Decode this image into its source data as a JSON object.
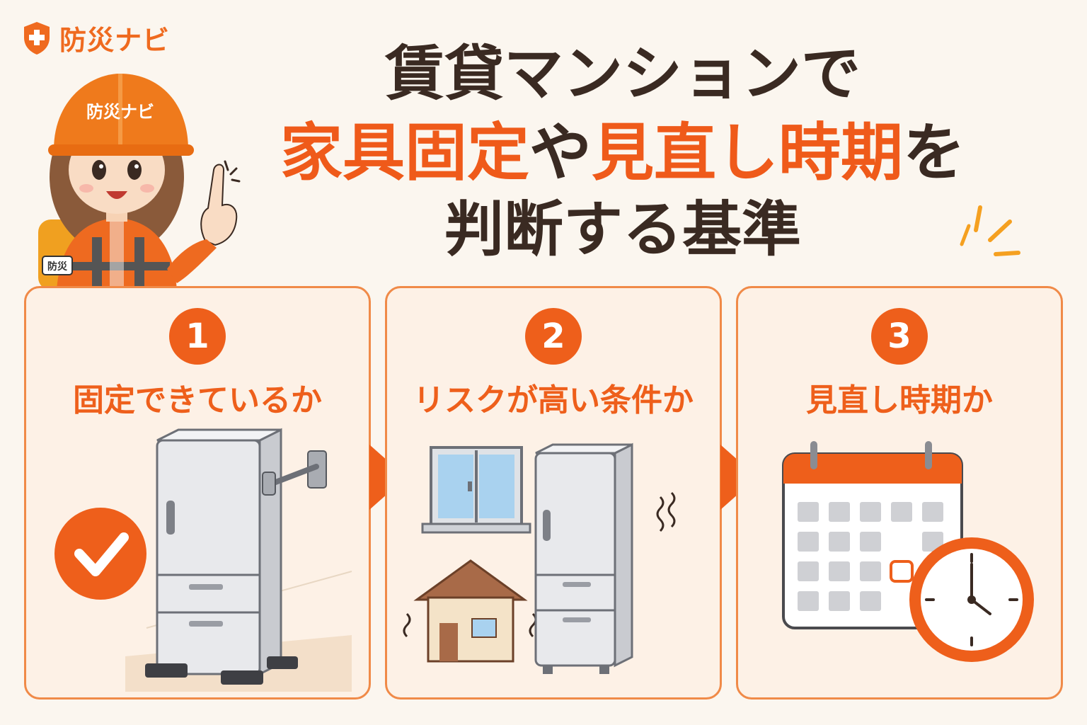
{
  "brand": {
    "name": "防災ナビ",
    "accent": "#ef6a1f"
  },
  "mascot": {
    "helmet_text": "防災ナビ",
    "armband_text": "防災"
  },
  "headline": {
    "line1": "賃貸マンションで",
    "line2_a": "家具固定",
    "line2_b": "や",
    "line2_c": "見直し時期",
    "line2_d": "を",
    "line3": "判断する基準"
  },
  "steps": [
    {
      "number": "1",
      "title": "固定できているか",
      "icon": "fixed-refrigerator-check-icon"
    },
    {
      "number": "2",
      "title": "リスクが高い条件か",
      "icon": "window-house-refrigerator-icon"
    },
    {
      "number": "3",
      "title": "見直し時期か",
      "icon": "calendar-clock-icon"
    }
  ],
  "colors": {
    "panel_bg": "#fdf1e6",
    "panel_border": "#f08a48",
    "number_bg": "#ee5f1b",
    "title_dark": "#3a2a22"
  }
}
